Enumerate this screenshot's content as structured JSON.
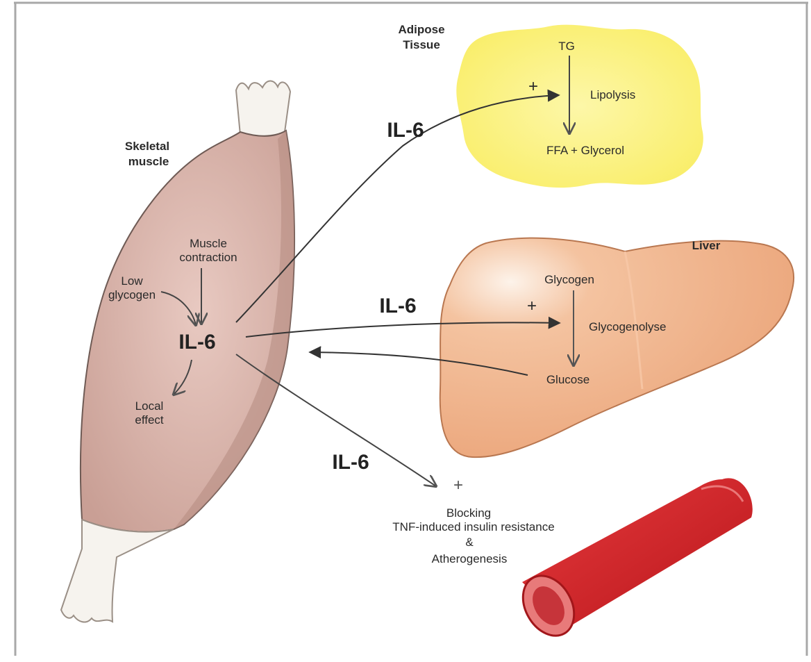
{
  "adipose": {
    "title_line1": "Adipose",
    "title_line2": "Tissue",
    "tg": "TG",
    "lipolysis": "Lipolysis",
    "products": "FFA + Glycerol",
    "plus": "+"
  },
  "muscle": {
    "title_line1": "Skeletal",
    "title_line2": "muscle",
    "contraction_line1": "Muscle",
    "contraction_line2": "contraction",
    "low_glycogen_line1": "Low",
    "low_glycogen_line2": "glycogen",
    "il6": "IL-6",
    "local_line1": "Local",
    "local_line2": "effect"
  },
  "liver": {
    "title": "Liver",
    "glycogen": "Glycogen",
    "glycogenolysis": "Glycogenolyse",
    "glucose": "Glucose",
    "plus": "+"
  },
  "arrows": {
    "to_adipose": "IL-6",
    "to_liver": "IL-6",
    "to_vessel": "IL-6"
  },
  "vessel": {
    "plus": "+",
    "line1": "Blocking",
    "line2": "TNF-induced insulin resistance",
    "line3": "&",
    "line4": "Atherogenesis"
  },
  "colors": {
    "muscle": "#d9b3aa",
    "tendon": "#f4f1ec",
    "adipose": "#fbf27a",
    "liver": "#efb087",
    "vessel": "#d6262b",
    "frame": "#9a9a9a"
  }
}
